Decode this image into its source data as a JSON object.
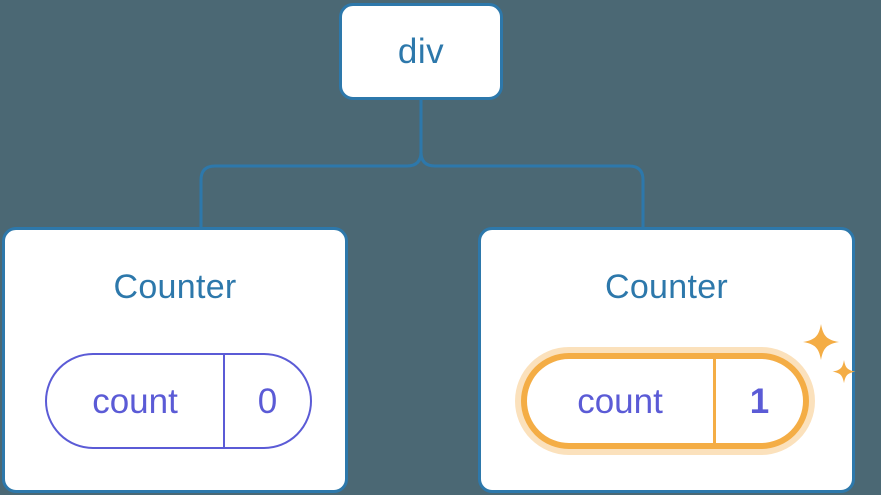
{
  "diagram": {
    "type": "component-tree",
    "background_color": "#4b6874",
    "node_border_color": "#2d78ab",
    "node_fill_color": "#ffffff",
    "title_color": "#2d78ab",
    "state_color": "#5b5bd6",
    "highlight_color": "#f4ad45",
    "highlight_glow_color": "rgba(244,173,69,0.36)",
    "edge_color": "#2d78ab"
  },
  "root": {
    "label": "div"
  },
  "children": [
    {
      "title": "Counter",
      "state": {
        "key": "count",
        "value": "0"
      },
      "highlighted": false,
      "sparkle": false
    },
    {
      "title": "Counter",
      "state": {
        "key": "count",
        "value": "1"
      },
      "highlighted": true,
      "sparkle": true,
      "sparkle_icons": [
        "sparkle-large",
        "sparkle-small"
      ]
    }
  ]
}
